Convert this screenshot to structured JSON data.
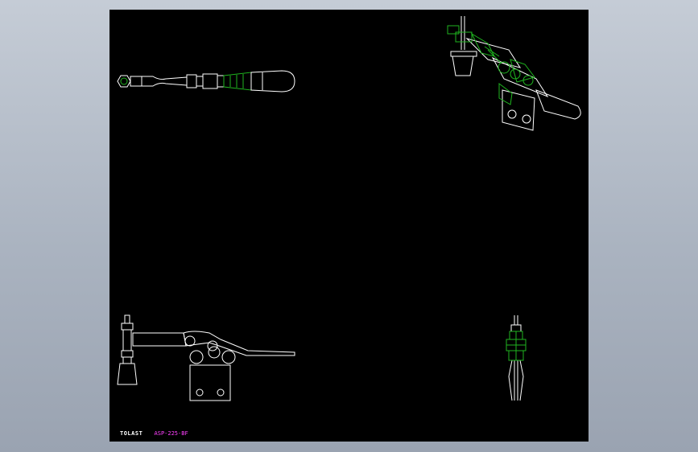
{
  "sheet": {
    "background": "#000000",
    "line_color": "#ffffff",
    "hatch_color": "#1fb51f",
    "text_color": "#ff40ff"
  },
  "views": [
    {
      "name": "top-view"
    },
    {
      "name": "isometric-view"
    },
    {
      "name": "front-view"
    },
    {
      "name": "side-view"
    }
  ],
  "title_block": {
    "logo": "TOLAST",
    "model": "ASP-225-BF"
  }
}
